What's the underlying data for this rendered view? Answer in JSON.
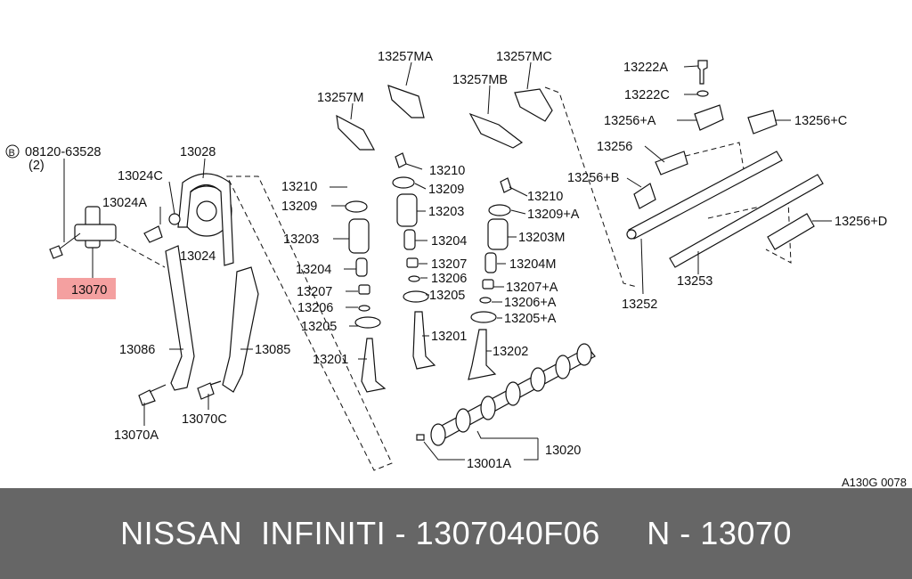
{
  "labels": {
    "l13257MA": "13257MA",
    "l13257MC": "13257MC",
    "l13257MB": "13257MB",
    "l13257M": "13257M",
    "l13222A": "13222A",
    "l13222C": "13222C",
    "l13256pA": "13256+A",
    "l13256pC": "13256+C",
    "l13256": "13256",
    "l13256pB": "13256+B",
    "l13256pD": "13256+D",
    "l08120": "08120-63528",
    "l08120qty": "(2)",
    "l08120sym": "B",
    "l13028": "13028",
    "l13024C": "13024C",
    "l13024A": "13024A",
    "l13024": "13024",
    "l13070": "13070",
    "l13086": "13086",
    "l13085": "13085",
    "l13070A": "13070A",
    "l13070C": "13070C",
    "l13210a": "13210",
    "l13209a": "13209",
    "l13203a": "13203",
    "l13204a": "13204",
    "l13207a": "13207",
    "l13206a": "13206",
    "l13205a": "13205",
    "l13201a": "13201",
    "l13210b": "13210",
    "l13209b": "13209",
    "l13203b": "13203",
    "l13204b": "13204",
    "l13207b": "13207",
    "l13206b": "13206",
    "l13205b": "13205",
    "l13201b": "13201",
    "l13210c": "13210",
    "l13209pA": "13209+A",
    "l13203M": "13203M",
    "l13204M": "13204M",
    "l13207pA": "13207+A",
    "l13206pA": "13206+A",
    "l13205pA": "13205+A",
    "l13202": "13202",
    "l13020": "13020",
    "l13001A": "13001A",
    "l13252": "13252",
    "l13253": "13253"
  },
  "diagram_code": "A130G 0078",
  "footer": {
    "caption": "NISSAN  INFINITI - 1307040F06     N - 13070"
  },
  "colors": {
    "highlight": "#f4a0a0",
    "footer_bg": "#666666",
    "footer_text": "#ffffff"
  }
}
